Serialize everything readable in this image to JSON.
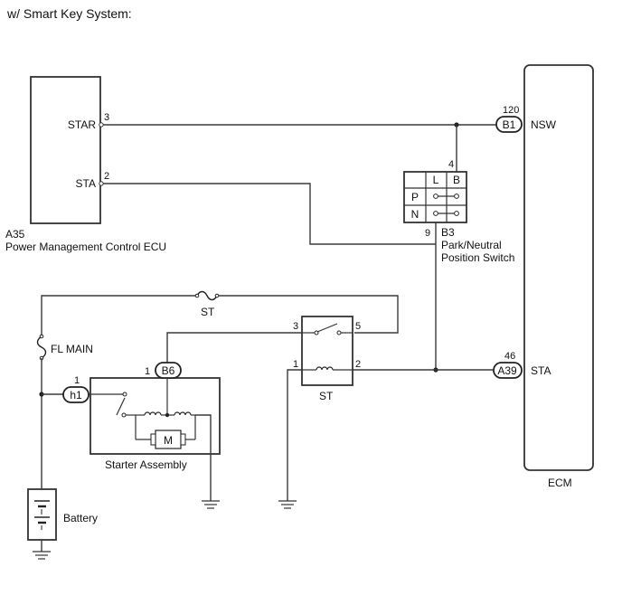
{
  "title": "w/ Smart Key System:",
  "power_ecu": {
    "code": "A35",
    "name": "Power Management Control ECU",
    "pin_star_name": "STAR",
    "pin_star_num": "3",
    "pin_sta_name": "STA",
    "pin_sta_num": "2"
  },
  "ecm": {
    "name": "ECM",
    "nsw_pin": "120",
    "nsw_connector": "B1",
    "nsw_label": "NSW",
    "sta_pin": "46",
    "sta_connector": "A39",
    "sta_label": "STA"
  },
  "park_neutral_switch": {
    "code": "B3",
    "name_line1": "Park/Neutral",
    "name_line2": "Position Switch",
    "col_l": "L",
    "col_b": "B",
    "row_p": "P",
    "row_n": "N",
    "pin_top": "4",
    "pin_bottom": "9"
  },
  "st_fuse": {
    "label": "ST"
  },
  "fl_main": {
    "label": "FL MAIN"
  },
  "st_relay": {
    "label": "ST",
    "pin1": "1",
    "pin2": "2",
    "pin3": "3",
    "pin5": "5"
  },
  "starter": {
    "name": "Starter Assembly",
    "connector_b6": "B6",
    "pin_b6": "1",
    "connector_h1": "h1",
    "pin_h1": "1",
    "motor_label": "M"
  },
  "battery": {
    "label": "Battery"
  }
}
